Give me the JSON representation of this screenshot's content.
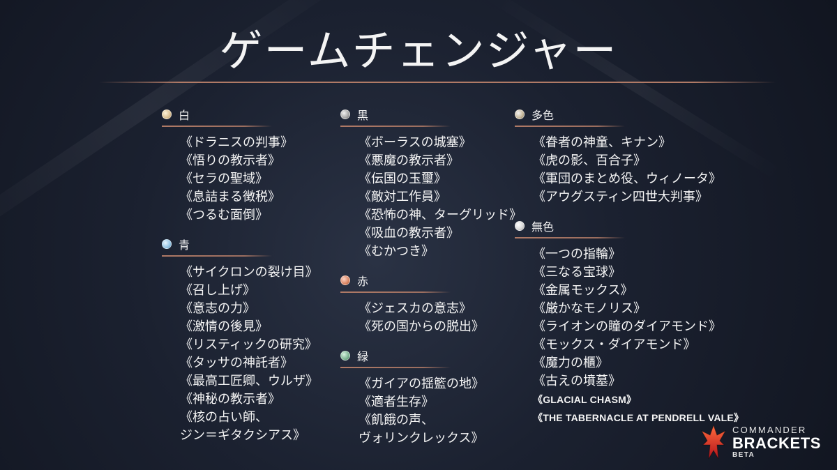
{
  "title": "ゲームチェンジャー",
  "columns": [
    {
      "groups": [
        {
          "label": "白",
          "icon": "white-mana-icon",
          "items": [
            "《ドラニスの判事》",
            "《悟りの教示者》",
            "《セラの聖域》",
            "《息詰まる徴税》",
            "《つるむ面倒》"
          ]
        },
        {
          "label": "青",
          "icon": "blue-mana-icon",
          "items": [
            "《サイクロンの裂け目》",
            "《召し上げ》",
            "《意志の力》",
            "《激情の後見》",
            "《リスティックの研究》",
            "《タッサの神託者》",
            "《最高工匠卿、ウルザ》",
            "《神秘の教示者》",
            "《核の占い師、",
            "ジン＝ギタクシアス》"
          ]
        }
      ]
    },
    {
      "groups": [
        {
          "label": "黒",
          "icon": "black-mana-icon",
          "items": [
            "《ボーラスの城塞》",
            "《悪魔の教示者》",
            "《伝国の玉璽》",
            "《敵対工作員》",
            "《恐怖の神、ターグリッド》",
            "《吸血の教示者》",
            "《むかつき》"
          ]
        },
        {
          "label": "赤",
          "icon": "red-mana-icon",
          "items": [
            "《ジェスカの意志》",
            "《死の国からの脱出》"
          ]
        },
        {
          "label": "緑",
          "icon": "green-mana-icon",
          "items": [
            "《ガイアの揺籃の地》",
            "《適者生存》",
            "《飢餓の声、",
            "ヴォリンクレックス》"
          ]
        }
      ]
    },
    {
      "groups": [
        {
          "label": "多色",
          "icon": "multicolor-mana-icon",
          "items": [
            "《眷者の神童、キナン》",
            "《虎の影、百合子》",
            "《軍団のまとめ役、ウィノータ》",
            "《アウグスティン四世大判事》"
          ]
        },
        {
          "label": "無色",
          "icon": "colorless-mana-icon",
          "items": [
            "《一つの指輪》",
            "《三なる宝球》",
            "《金属モックス》",
            "《厳かなモノリス》",
            "《ライオンの瞳のダイアモンド》",
            "《モックス・ダイアモンド》",
            "《魔力の櫃》",
            "《古えの墳墓》",
            "《GLACIAL CHASM》",
            "《THE TABERNACLE AT PENDRELL VALE》"
          ]
        }
      ]
    }
  ],
  "logo": {
    "line1": "COMMANDER",
    "line2": "BRACKETS",
    "line3": "BETA"
  },
  "colors": {
    "accent_rule": "#b07a66",
    "background": "#1b2130",
    "text": "#f5f5f5"
  }
}
